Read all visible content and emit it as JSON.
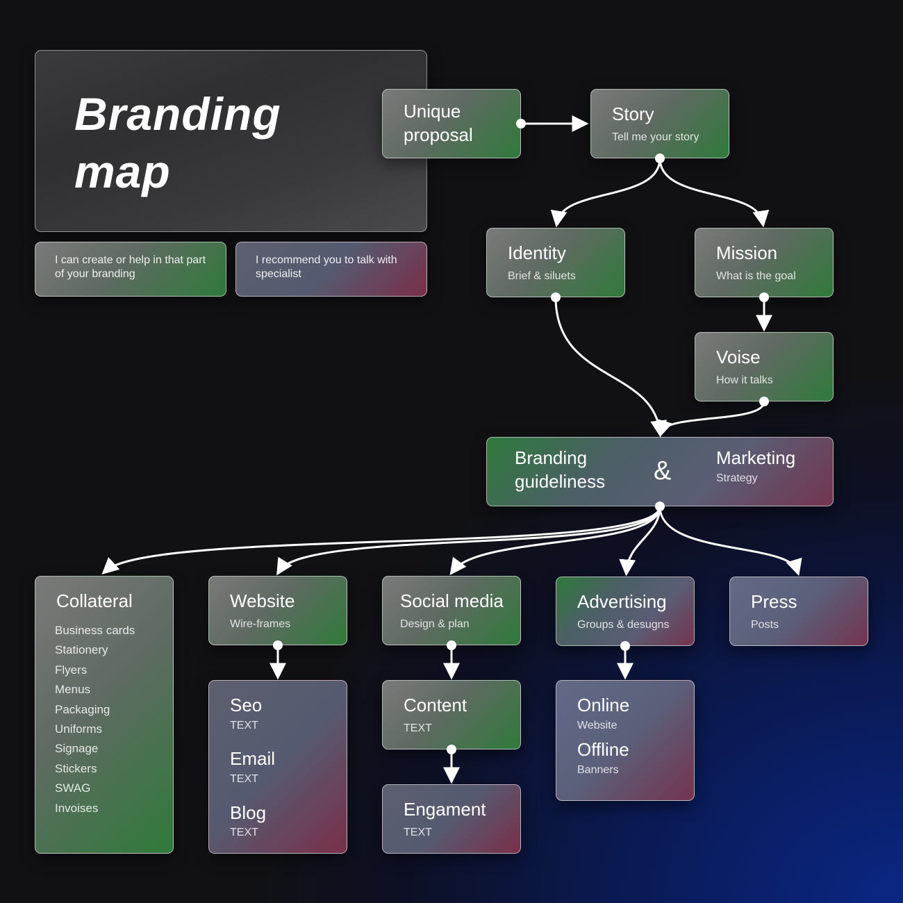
{
  "hero": {
    "title": "Branding\nmap"
  },
  "legend": {
    "create": "I can create or help in that part of your branding",
    "specialist": "I recommend you to talk with specialist"
  },
  "nodes": {
    "unique": {
      "title": "Unique\nproposal"
    },
    "story": {
      "title": "Story",
      "sub": "Tell me your story"
    },
    "identity": {
      "title": "Identity",
      "sub": "Brief & siluets"
    },
    "mission": {
      "title": "Mission",
      "sub": "What is the goal"
    },
    "voise": {
      "title": "Voise",
      "sub": "How it talks"
    },
    "guidelines": {
      "title": "Branding\nguideliness",
      "amp": "&",
      "title2": "Marketing",
      "sub2": "Strategy"
    },
    "collateral": {
      "title": "Collateral",
      "items": [
        "Business cards",
        "Stationery",
        "Flyers",
        "Menus",
        "Packaging",
        "Uniforms",
        "Signage",
        "Stickers",
        "SWAG",
        "Invoises"
      ]
    },
    "website": {
      "title": "Website",
      "sub": "Wire-frames"
    },
    "social": {
      "title": "Social media",
      "sub": "Design & plan"
    },
    "advertising": {
      "title": "Advertising",
      "sub": "Groups & desugns"
    },
    "press": {
      "title": "Press",
      "sub": "Posts"
    },
    "seo_email_blog": {
      "seo": "Seo",
      "seo_sub": "TEXT",
      "email": "Email",
      "email_sub": "TEXT",
      "blog": "Blog",
      "blog_sub": "TEXT"
    },
    "content": {
      "title": "Content",
      "sub": "TEXT"
    },
    "engagement": {
      "title": "Engament",
      "sub": "TEXT"
    },
    "online_offline": {
      "online": "Online",
      "online_sub": "Website",
      "offline": "Offline",
      "offline_sub": "Banners"
    }
  },
  "colors": {
    "accent_green": "#2f7a3a",
    "accent_red": "#7a2f48",
    "background_blue": "#0b2784",
    "connector": "#ffffff"
  }
}
